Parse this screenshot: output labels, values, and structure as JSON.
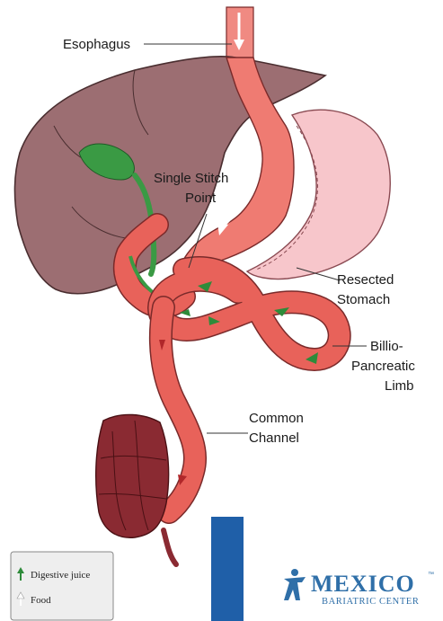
{
  "labels": {
    "esophagus": "Esophagus",
    "stitch_line1": "Single Stitch",
    "stitch_line2": "Point",
    "resected_line1": "Resected",
    "resected_line2": "Stomach",
    "billio_line1": "Billio-",
    "billio_line2": "Pancreatic",
    "billio_line3": "Limb",
    "common_line1": "Common",
    "common_line2": "Channel"
  },
  "legend": {
    "digestive_juice": "Digestive juice",
    "food": "Food",
    "digestive_juice_arrow_color": "#2e8b3a",
    "food_arrow_color": "#ffffff"
  },
  "logo": {
    "name_main": "MEXICO",
    "name_sub": "BARIATRIC CENTER",
    "trademark": "™",
    "color": "#2f6fa8"
  },
  "colors": {
    "liver": "#9c6e72",
    "intestine": "#e8625a",
    "stomach_resected": "#f7c6cb",
    "colon": "#8a2a32",
    "bile": "#2e8b3a",
    "bar": "#1f5fa8"
  }
}
